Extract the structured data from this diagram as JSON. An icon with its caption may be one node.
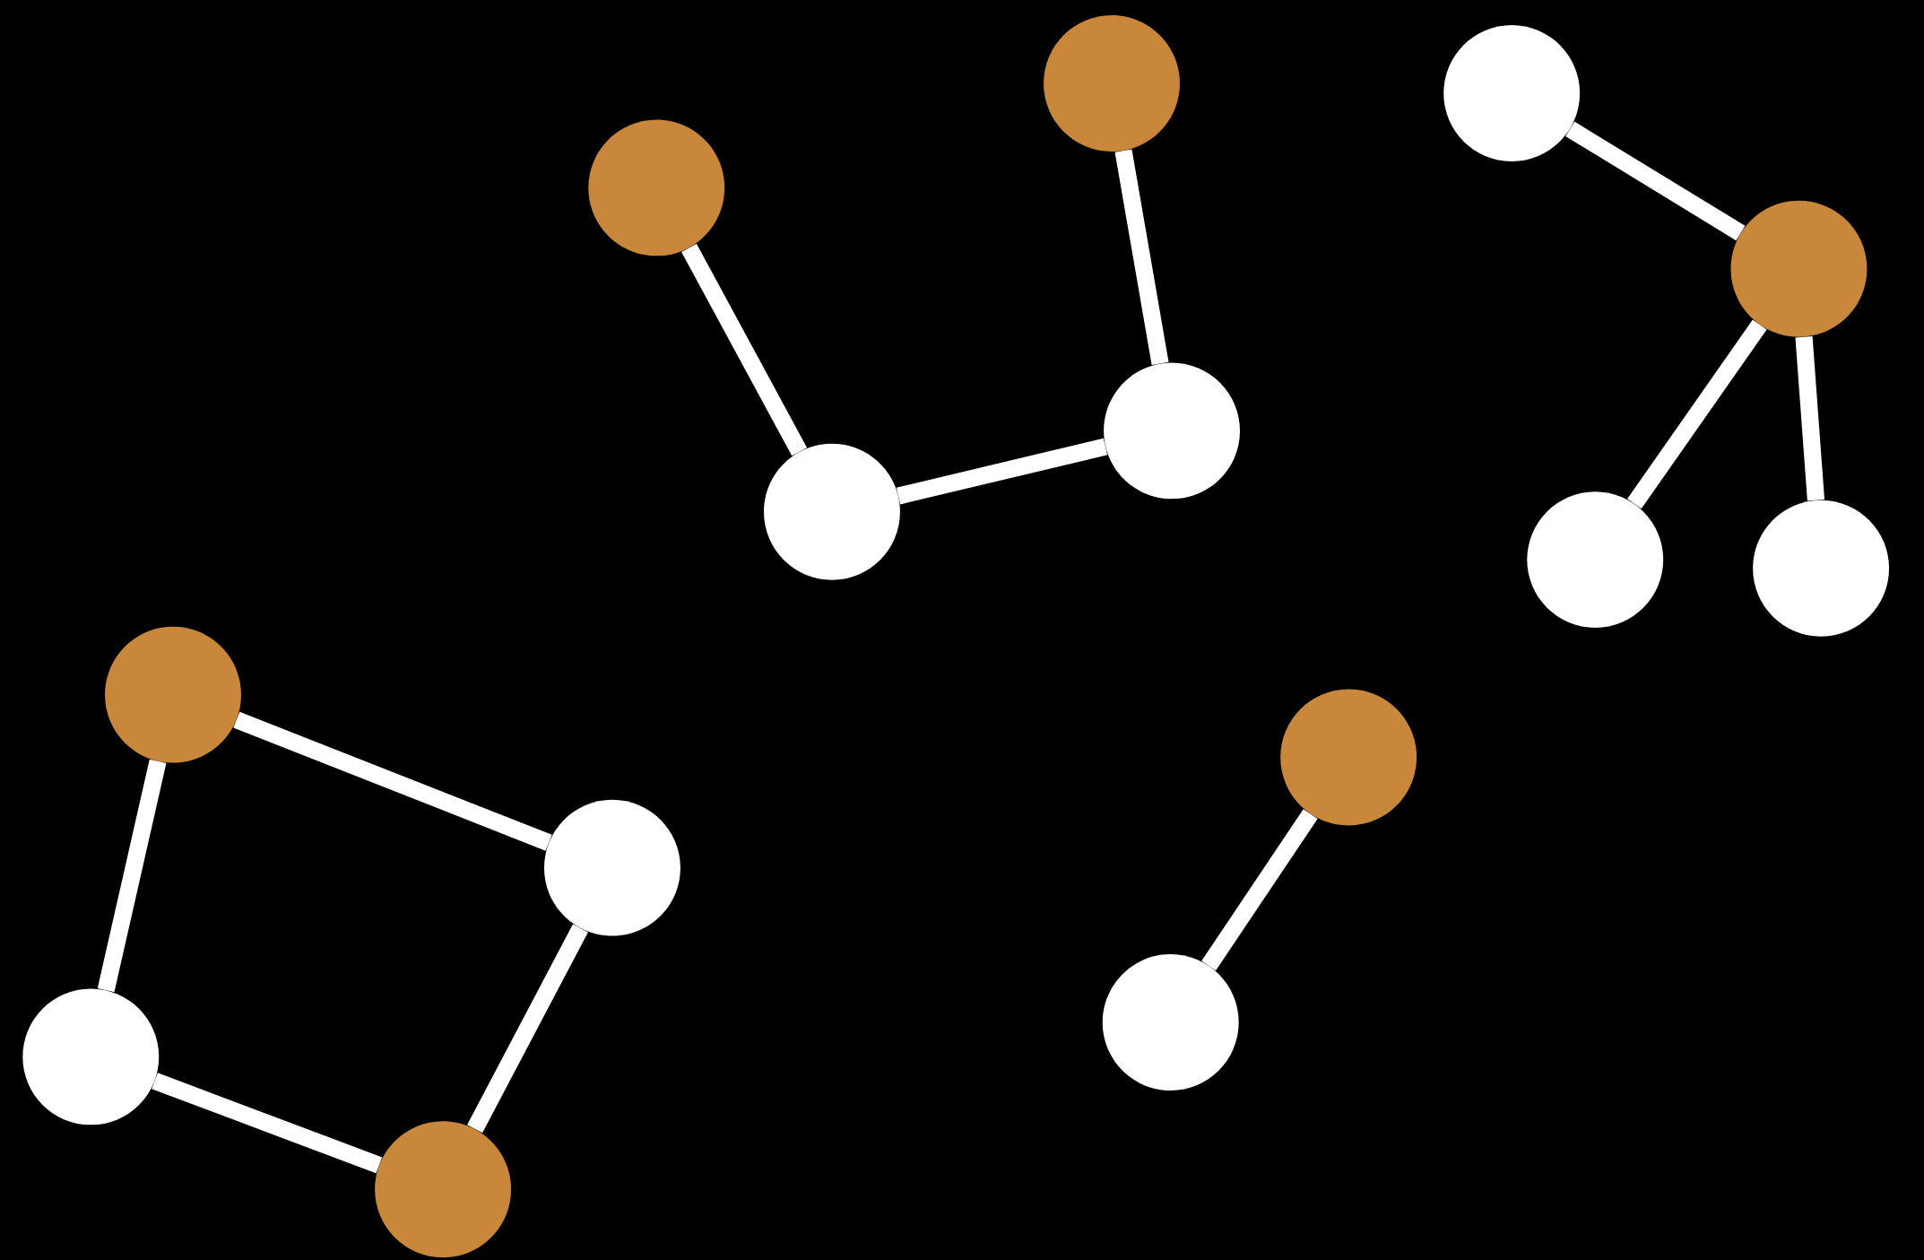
{
  "diagram": {
    "nodes": [
      {
        "text": [],
        "shape": "circle"
      },
      {
        "text": [],
        "shape": "circle"
      },
      {
        "text": [],
        "shape": "circle"
      },
      {
        "text": [],
        "shape": "circle"
      },
      {
        "text": [],
        "shape": "circle"
      },
      {
        "text": [],
        "shape": "circle"
      },
      {
        "text": [],
        "shape": "circle"
      },
      {
        "text": [],
        "shape": "circle"
      },
      {
        "text": [],
        "shape": "circle"
      },
      {
        "text": [],
        "shape": "circle"
      },
      {
        "text": [],
        "shape": "circle"
      },
      {
        "text": [],
        "shape": "circle"
      },
      {
        "text": [],
        "shape": "circle"
      },
      {
        "text": [],
        "shape": "circle"
      }
    ],
    "edges": [
      {
        "from": 2,
        "to": 5,
        "arrow": "none"
      },
      {
        "from": 5,
        "to": 4,
        "arrow": "none"
      },
      {
        "from": 4,
        "to": 0,
        "arrow": "none"
      },
      {
        "from": 1,
        "to": 3,
        "arrow": "none"
      },
      {
        "from": 3,
        "to": 6,
        "arrow": "none"
      },
      {
        "from": 3,
        "to": 7,
        "arrow": "none"
      },
      {
        "from": 8,
        "to": 10,
        "arrow": "none"
      },
      {
        "from": 8,
        "to": 12,
        "arrow": "none"
      },
      {
        "from": 12,
        "to": 13,
        "arrow": "none"
      },
      {
        "from": 13,
        "to": 10,
        "arrow": "none"
      },
      {
        "from": 9,
        "to": 11,
        "arrow": "none"
      }
    ]
  }
}
